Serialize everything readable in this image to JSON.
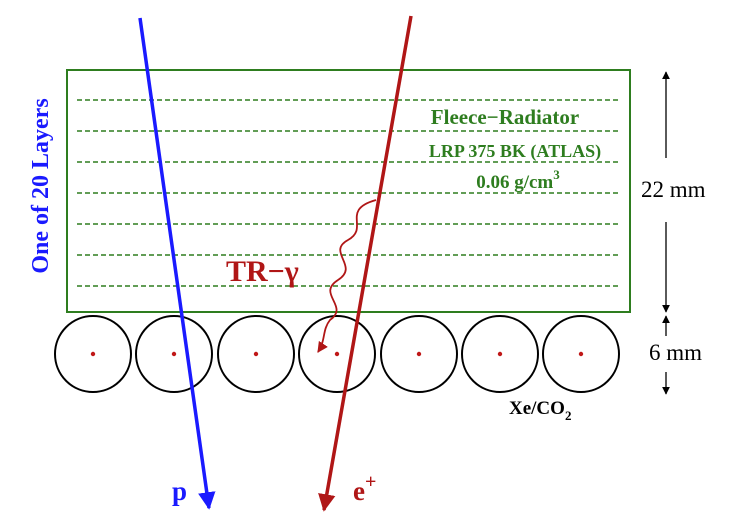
{
  "side_label": "One of 20 Layers",
  "radiator": {
    "title": "Fleece−Radiator",
    "model": "LRP 375 BK (ATLAS)",
    "density_value": "0.06 g/cm",
    "density_exp": "3"
  },
  "photon_label": "TR−γ",
  "dimensions": {
    "radiator_thickness": "22 mm",
    "straw_diameter": "6 mm"
  },
  "gas_label": {
    "main": "Xe/CO",
    "sub": "2"
  },
  "particles": {
    "proton": "p",
    "positron": "e",
    "positron_charge": "+"
  },
  "colors": {
    "radiator": "#2e7d1f",
    "proton": "#1a1aff",
    "positron": "#b01616",
    "straw_outline": "#000000",
    "straw_wire": "#c01818"
  }
}
